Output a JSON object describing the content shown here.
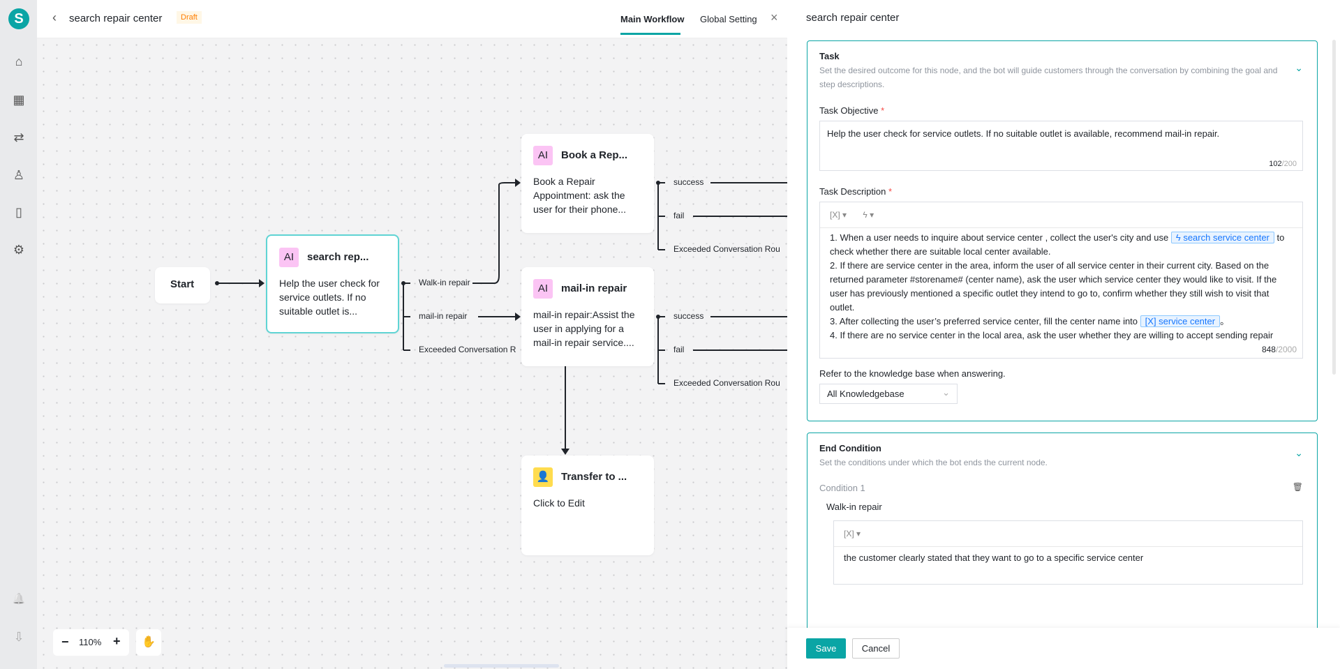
{
  "app": {
    "logo_letter": "S",
    "title": "search repair center",
    "status_badge": "Draft"
  },
  "sidebar": {
    "items": [
      {
        "icon": "home-icon",
        "glyph": "⌂"
      },
      {
        "icon": "apps-icon",
        "glyph": "▦"
      },
      {
        "icon": "workflow-icon",
        "glyph": "⇄"
      },
      {
        "icon": "user-icon",
        "glyph": "♙"
      },
      {
        "icon": "book-icon",
        "glyph": "▯"
      },
      {
        "icon": "gear-icon",
        "glyph": "⚙"
      }
    ],
    "bottom": [
      {
        "icon": "bell-icon",
        "glyph": "🔔"
      },
      {
        "icon": "download-folder-icon",
        "glyph": "⇩"
      }
    ]
  },
  "tabs": [
    {
      "label": "Main Workflow",
      "active": true
    },
    {
      "label": "Global Setting",
      "active": false
    }
  ],
  "canvas": {
    "zoom": "110%",
    "nodes": {
      "start": {
        "title": "Start"
      },
      "search": {
        "badge": "AI",
        "title": "search rep...",
        "body": "Help the user check for service outlets. If no suitable outlet is..."
      },
      "book": {
        "badge": "AI",
        "title": "Book a Rep...",
        "body": "Book a Repair Appointment: ask the user for their phone..."
      },
      "mailin": {
        "badge": "AI",
        "title": "mail-in repair",
        "body": "mail-in repair:Assist the user in applying for a mail-in repair service...."
      },
      "transfer": {
        "title": "Transfer to ...",
        "body": "Click to Edit"
      }
    },
    "edges": {
      "walkin": "Walk-in repair",
      "mailin": "mail-in repair",
      "exceeded": "Exceeded Conversation R",
      "success": "success",
      "fail": "fail",
      "exceeded2": "Exceeded Conversation Rou"
    }
  },
  "panel": {
    "title": "search repair center",
    "task": {
      "heading": "Task",
      "description": "Set the desired outcome for this node, and the bot will guide customers through the conversation by combining the goal and step descriptions.",
      "objective_label": "Task Objective",
      "objective_value": "Help the user check for service outlets. If no suitable outlet is available, recommend mail-in repair.",
      "objective_count": "102",
      "objective_max": "/200",
      "desc_label": "Task Description",
      "toolbar_var": "[X]",
      "toolbar_fn": "ϟ",
      "desc_p1a": "1. When a user needs to inquire about service center , collect the user's city and use",
      "chip_fn": "ϟ search service center",
      "desc_p1b": "to check whether there are suitable local center available.",
      "desc_p2": "2. If there are service center in the area, inform the user of all service center in their current city. Based on the returned parameter #storename# (center name), ask the user which service center they would like to visit. If the user has previously mentioned a specific outlet they intend to go to, confirm whether they still wish to visit that outlet.",
      "desc_p3a": "3. After collecting the user’s preferred service center, fill the center name into",
      "chip_var": "[X] service center",
      "desc_p3b": "。",
      "desc_p4": "4. If there are no service center in the local area, ask the user whether they are willing to accept sending repair",
      "desc_count": "848",
      "desc_max": "/2000",
      "kb_label": "Refer to the knowledge base when answering.",
      "kb_value": "All Knowledgebase"
    },
    "end": {
      "heading": "End Condition",
      "description": "Set the conditions under which the bot ends the current node.",
      "cond_label": "Condition 1",
      "cond_name": "Walk-in repair",
      "toolbar_var": "[X]",
      "cond_text": "the customer clearly stated that they want to go to a specific service center"
    },
    "save": "Save",
    "cancel": "Cancel"
  },
  "colors": {
    "accent": "#0aa5a5",
    "ai_badge": "#fbc4f4",
    "transfer_badge": "#ffdc4f",
    "draft": "#ff7d00"
  }
}
